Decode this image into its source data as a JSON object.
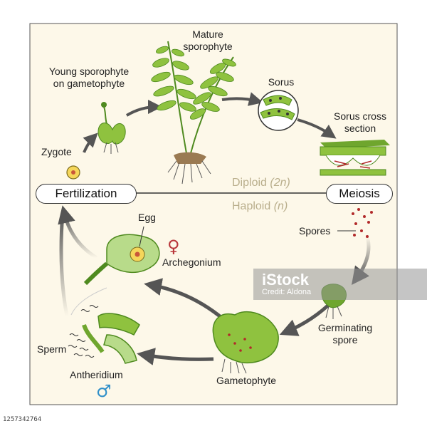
{
  "labels": {
    "mature": "Mature\nsporophyte",
    "young": "Young sporophyte\non gametophyte",
    "sorus": "Sorus",
    "sorus_cross": "Sorus cross\nsection",
    "zygote": "Zygote",
    "fertilization": "Fertilization",
    "meiosis": "Meiosis",
    "diploid_word": "Diploid",
    "diploid_paren": "(2n)",
    "haploid_word": "Haploid",
    "haploid_paren": "(n)",
    "egg": "Egg",
    "archegonium": "Archegonium",
    "spores": "Spores",
    "germinating": "Germinating\nspore",
    "sperm": "Sperm",
    "antheridium": "Antheridium",
    "gametophyte": "Gametophyte"
  },
  "symbols": {
    "female": "♀",
    "male": "♂",
    "female_color": "#b9373b",
    "male_color": "#2f8fc9"
  },
  "watermark": {
    "brand": "iStock",
    "credit": "Credit: Aldona"
  },
  "image_id": "1257342764",
  "colors": {
    "bg": "#fdf8e9",
    "green_light": "#8fc23f",
    "green_dark": "#4f8a1f",
    "arrow": "#555555",
    "spore_red": "#b22a2a"
  }
}
